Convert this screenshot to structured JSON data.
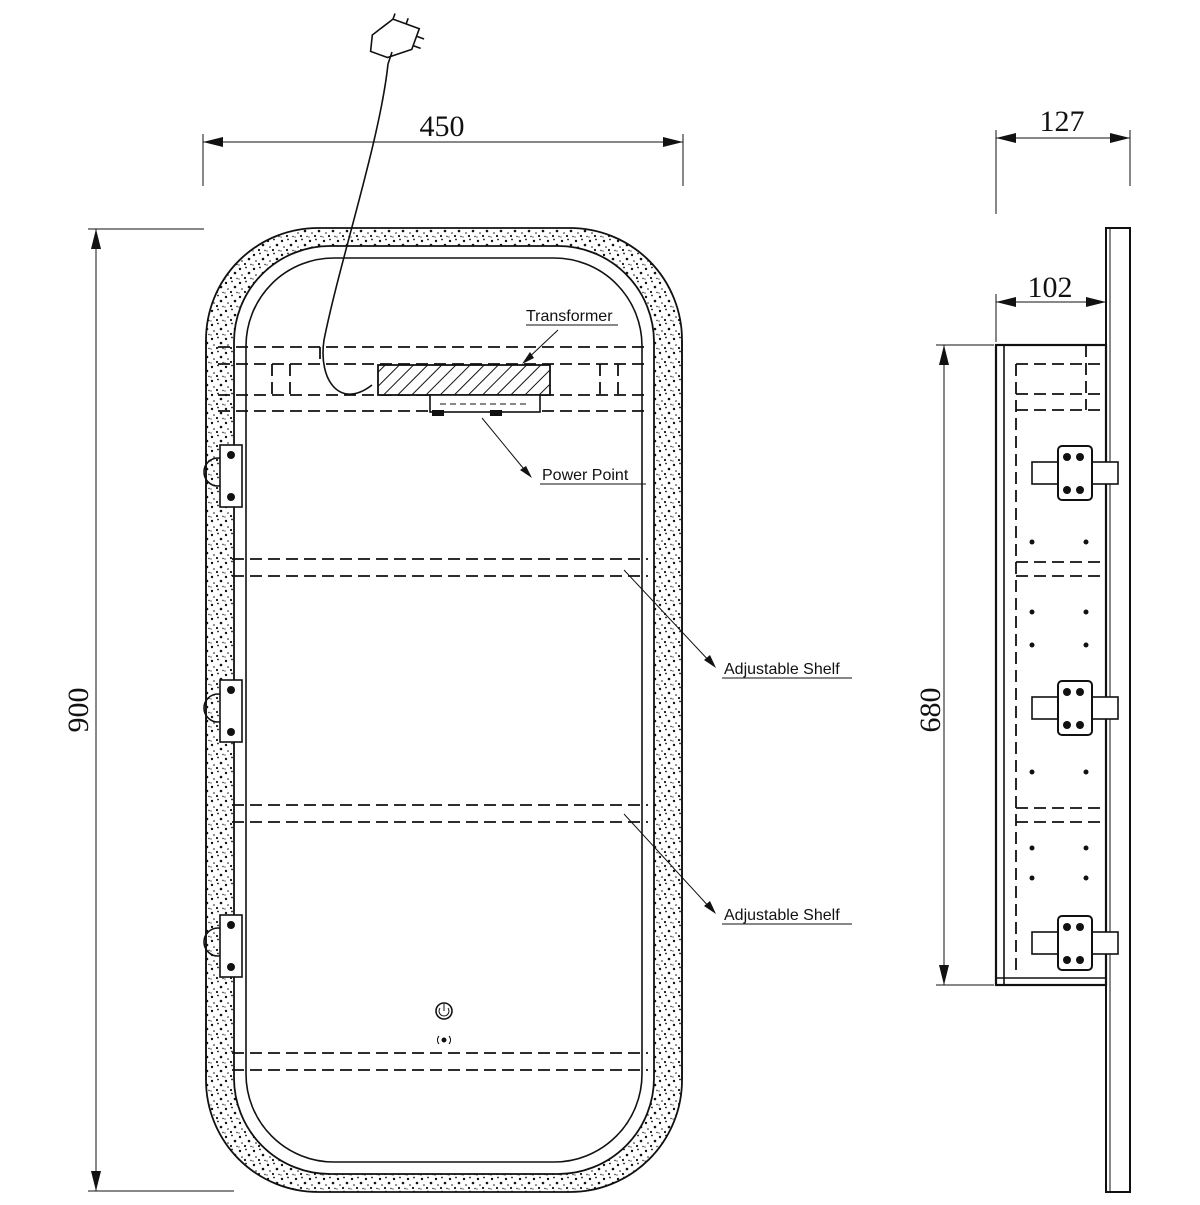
{
  "dimensions": {
    "width": "450",
    "height": "900",
    "depth_total": "127",
    "depth_body": "102",
    "height_body": "680"
  },
  "labels": {
    "transformer": "Transformer",
    "power_point": "Power Point",
    "shelf_1": "Adjustable Shelf",
    "shelf_2": "Adjustable Shelf"
  }
}
